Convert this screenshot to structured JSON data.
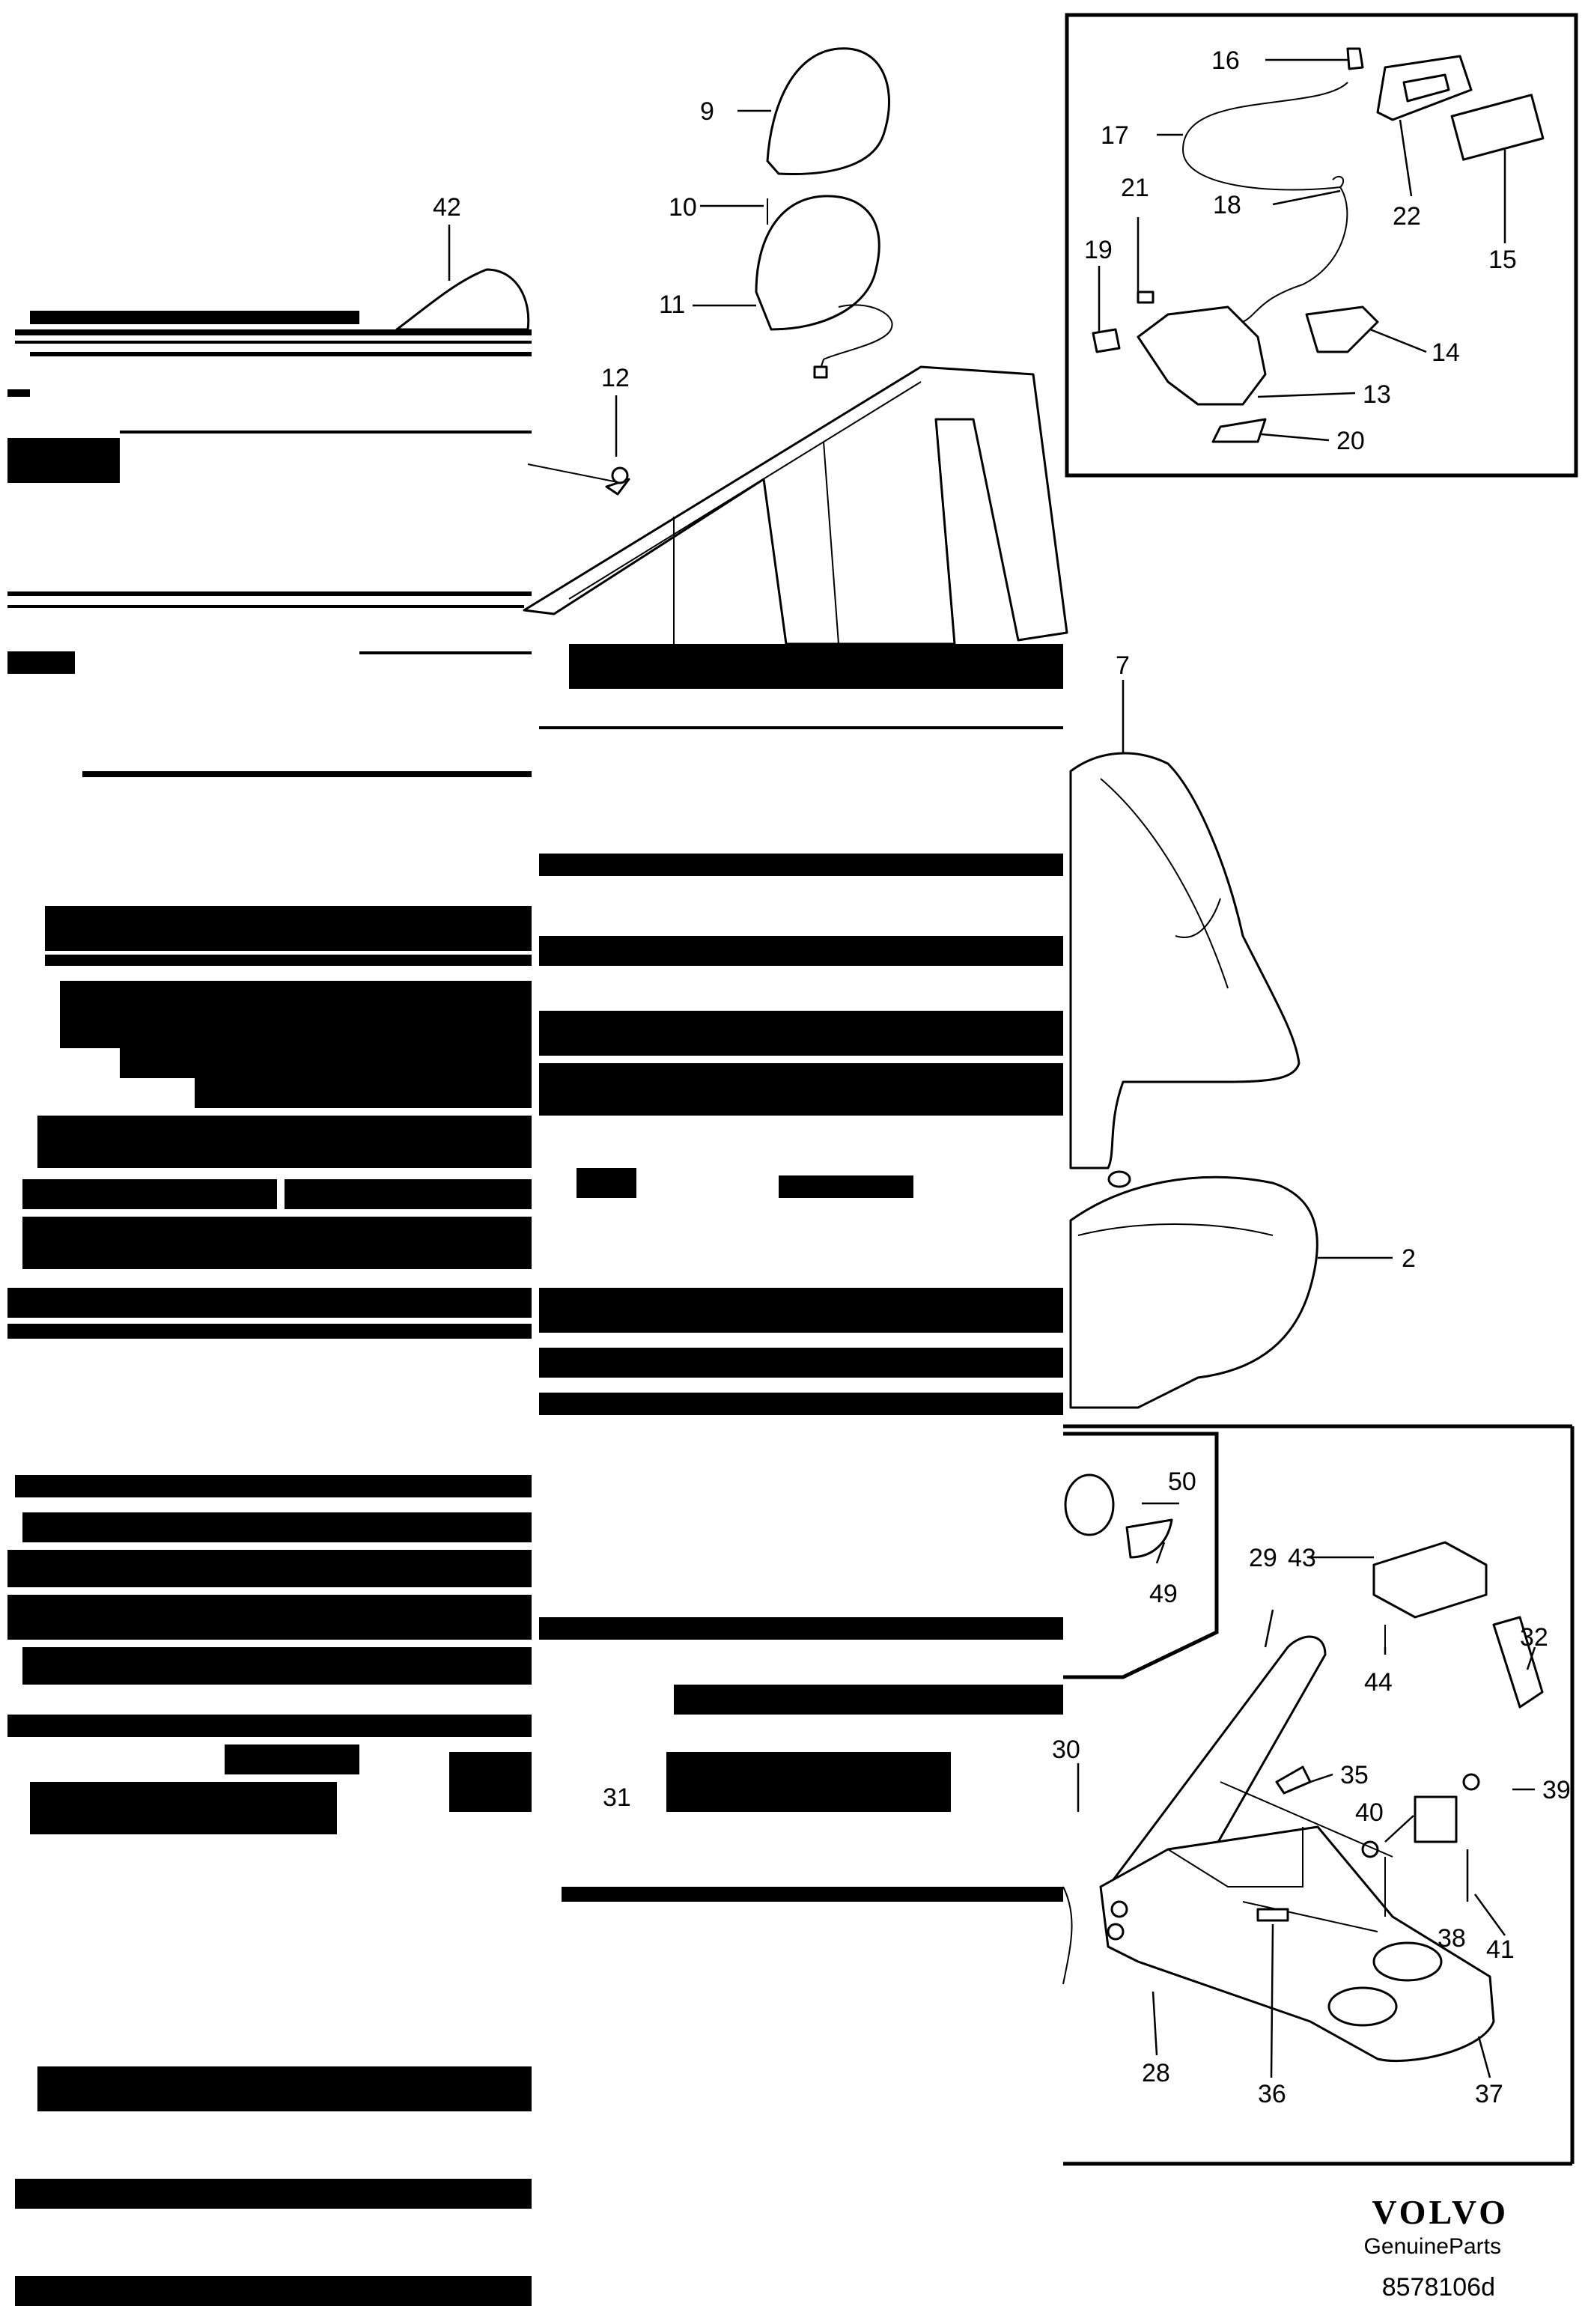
{
  "callouts": {
    "c2": "2",
    "c7": "7",
    "c9": "9",
    "c10": "10",
    "c11": "11",
    "c12": "12",
    "c13": "13",
    "c14": "14",
    "c15": "15",
    "c16": "16",
    "c17": "17",
    "c18": "18",
    "c19": "19",
    "c20": "20",
    "c21": "21",
    "c22": "22",
    "c28": "28",
    "c29": "29",
    "c30": "30",
    "c31": "31",
    "c32": "32",
    "c35": "35",
    "c36": "36",
    "c37": "37",
    "c38": "38",
    "c39": "39",
    "c40": "40",
    "c41": "41",
    "c42": "42",
    "c43": "43",
    "c44": "44",
    "c49": "49",
    "c50": "50"
  },
  "brand": {
    "logo": "VOLVO",
    "subtitle": "GenuineParts"
  },
  "diagram_code": "8578106d"
}
